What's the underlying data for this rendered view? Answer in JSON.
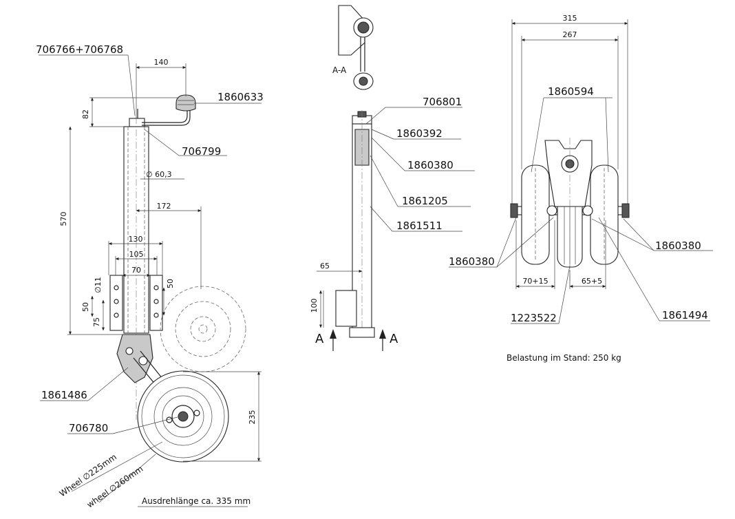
{
  "parts": {
    "p706766": "706766+706768",
    "p1860633": "1860633",
    "p706799": "706799",
    "p1861486": "1861486",
    "p706780": "706780",
    "p706801": "706801",
    "p1860392": "1860392",
    "p1860380_mid": "1860380",
    "p1861205": "1861205",
    "p1861511": "1861511",
    "p1860594": "1860594",
    "p1860380_right": "1860380",
    "p1860380_left": "1860380",
    "p1223522": "1223522",
    "p1861494": "1861494"
  },
  "dims": {
    "d140": "140",
    "d82": "82",
    "d570": "570",
    "d60_3": "∅ 60,3",
    "d172": "172",
    "d130": "130",
    "d105": "105",
    "d70": "70",
    "d50a": "50",
    "d11": "∅11",
    "d50b": "50",
    "d75": "75",
    "d235": "235",
    "d65": "65",
    "d100": "100",
    "d315": "315",
    "d267": "267",
    "d70p15": "70+15",
    "d65p5": "65+5"
  },
  "section": {
    "aa": "A-A",
    "a_left": "A",
    "a_right": "A"
  },
  "notes": {
    "wheel225": "Wheel ∅225mm",
    "wheel260": "wheel ∅260mm",
    "ausdreh": "Ausdrehlänge ca. 335 mm",
    "belastung": "Belastung im Stand: 250 kg"
  }
}
